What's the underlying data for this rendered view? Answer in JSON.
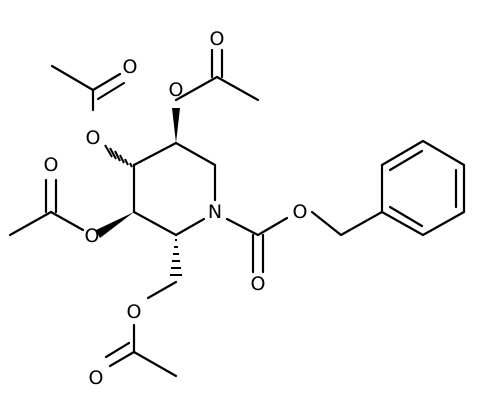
{
  "molecule": {
    "atoms": {
      "o_top_acetyl_carbonyl": "O",
      "o_top_acetyl_ester": "O",
      "o_upper_left_acetyl_carbonyl": "O",
      "o_upper_left_acetyl_ester": "O",
      "o_left_acetyl_carbonyl": "O",
      "o_left_acetyl_ester": "O",
      "ring_nitrogen": "N",
      "o_carbamate_ester": "O",
      "o_carbamate_carbonyl": "O",
      "o_ch2_acetyl_ester": "O",
      "o_bottom_acetyl_carbonyl": "O"
    }
  }
}
